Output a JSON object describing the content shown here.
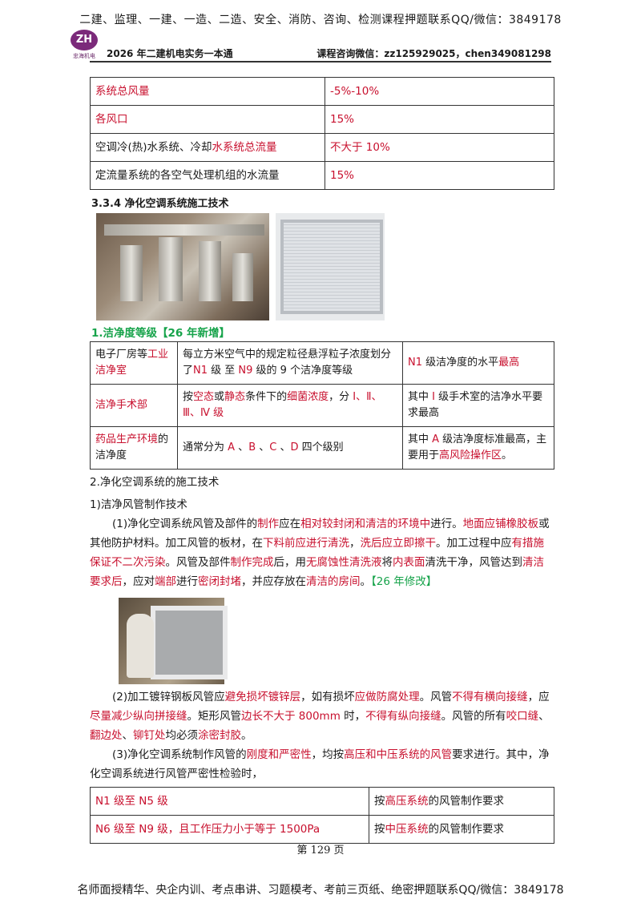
{
  "header": {
    "top_line": "二建、监理、一建、一造、二造、安全、消防、咨询、检测课程押题联系QQ/微信：3849178",
    "logo_text": "忠海机电",
    "book_title": "2026 年二建机电实务一本通",
    "contact": "课程咨询微信：zz125929025，chen349081298"
  },
  "table1": [
    {
      "c1_parts": [
        {
          "t": "系统总风量",
          "r": true
        }
      ],
      "c2_parts": [
        {
          "t": "-5%-10%",
          "r": true
        }
      ]
    },
    {
      "c1_parts": [
        {
          "t": "各风口",
          "r": true
        }
      ],
      "c2_parts": [
        {
          "t": "15%",
          "r": true
        }
      ]
    },
    {
      "c1_parts": [
        {
          "t": "空调冷(热)水系统、冷却",
          "r": false
        },
        {
          "t": "水系统总流量",
          "r": true
        }
      ],
      "c2_parts": [
        {
          "t": "不大于 10%",
          "r": true
        }
      ]
    },
    {
      "c1_parts": [
        {
          "t": "定流量系统的各空气处理机组的水流量",
          "r": false
        }
      ],
      "c2_parts": [
        {
          "t": "15%",
          "r": true
        }
      ]
    }
  ],
  "section_334": "3.3.4 净化空调系统施工技术",
  "sub1_title": "1.洁净度等级",
  "sub1_tag": "【26 年新增】",
  "table2": [
    {
      "c1": [
        {
          "t": "电子厂房等",
          "r": false
        },
        {
          "t": "工业洁净室",
          "r": true
        }
      ],
      "c2": [
        {
          "t": "每立方米空气中的规定粒径悬浮粒子浓度划分了",
          "r": false
        },
        {
          "t": "N1",
          "r": true
        },
        {
          "t": " 级 至 ",
          "r": false
        },
        {
          "t": "N9",
          "r": true
        },
        {
          "t": " 级的 9 个洁净度等级",
          "r": false
        }
      ],
      "c3": [
        {
          "t": "N1",
          "r": true
        },
        {
          "t": " 级洁净度的水平",
          "r": false
        },
        {
          "t": "最高",
          "r": true
        }
      ]
    },
    {
      "c1": [
        {
          "t": "洁净手术部",
          "r": true
        }
      ],
      "c2": [
        {
          "t": "按",
          "r": false
        },
        {
          "t": "空态",
          "r": true
        },
        {
          "t": "或",
          "r": false
        },
        {
          "t": "静态",
          "r": true
        },
        {
          "t": "条件下的",
          "r": false
        },
        {
          "t": "细菌浓度",
          "r": true
        },
        {
          "t": "，分 ",
          "r": false
        },
        {
          "t": "Ⅰ、Ⅱ、Ⅲ、Ⅳ 级",
          "r": true
        }
      ],
      "c3": [
        {
          "t": "其中 ",
          "r": false
        },
        {
          "t": "Ⅰ",
          "r": true
        },
        {
          "t": " 级手术室的洁净水平要求最高",
          "r": false
        }
      ]
    },
    {
      "c1": [
        {
          "t": "药品生产环境",
          "r": true
        },
        {
          "t": "的洁净度",
          "r": false
        }
      ],
      "c2": [
        {
          "t": "通常分为 ",
          "r": false
        },
        {
          "t": "A",
          "r": true
        },
        {
          "t": " 、",
          "r": false
        },
        {
          "t": "B",
          "r": true
        },
        {
          "t": " 、",
          "r": false
        },
        {
          "t": "C",
          "r": true
        },
        {
          "t": " 、",
          "r": false
        },
        {
          "t": "D",
          "r": true
        },
        {
          "t": " 四个级别",
          "r": false
        }
      ],
      "c3": [
        {
          "t": "其中 ",
          "r": false
        },
        {
          "t": "A",
          "r": true
        },
        {
          "t": " 级洁净度标准最高，主要用于",
          "r": false
        },
        {
          "t": "高风险操作区",
          "r": true
        },
        {
          "t": "。",
          "r": false
        }
      ]
    }
  ],
  "sub2_title": "2.净化空调系统的施工技术",
  "sub2_1": "1)洁净风管制作技术",
  "para1": [
    {
      "t": "(1)净化空调系统风管及部件的",
      "r": false
    },
    {
      "t": "制作",
      "r": true
    },
    {
      "t": "应在",
      "r": false
    },
    {
      "t": "相对较封闭和清洁的环境中",
      "r": true
    },
    {
      "t": "进行。",
      "r": false
    },
    {
      "t": "地面应铺橡胶板",
      "r": true
    },
    {
      "t": "或其他防护材料。加工风管的板材，在",
      "r": false
    },
    {
      "t": "下料前应进行清洗",
      "r": true
    },
    {
      "t": "，",
      "r": false
    },
    {
      "t": "洗后应立即擦干",
      "r": true
    },
    {
      "t": "。加工过程中应",
      "r": false
    },
    {
      "t": "有措施保证不二次污染",
      "r": true
    },
    {
      "t": "。风管及部件",
      "r": false
    },
    {
      "t": "制作完成",
      "r": true
    },
    {
      "t": "后，用",
      "r": false
    },
    {
      "t": "无腐蚀性清洗液",
      "r": true
    },
    {
      "t": "将",
      "r": false
    },
    {
      "t": "内表面",
      "r": true
    },
    {
      "t": "清洗干净，风管达到",
      "r": false
    },
    {
      "t": "清洁要求后",
      "r": true
    },
    {
      "t": "，应对",
      "r": false
    },
    {
      "t": "端部",
      "r": true
    },
    {
      "t": "进行",
      "r": false
    },
    {
      "t": "密闭封堵",
      "r": true
    },
    {
      "t": "，并应存放在",
      "r": false
    },
    {
      "t": "清洁的房间",
      "r": true
    },
    {
      "t": "。",
      "r": false
    },
    {
      "t": "【26 年修改】",
      "g": true
    }
  ],
  "para2": [
    {
      "t": "(2)加工镀锌钢板风管应",
      "r": false
    },
    {
      "t": "避免损坏镀锌层",
      "r": true
    },
    {
      "t": "，如有损坏",
      "r": false
    },
    {
      "t": "应做防腐处理",
      "r": true
    },
    {
      "t": "。风管",
      "r": false
    },
    {
      "t": "不得有横向接缝",
      "r": true
    },
    {
      "t": "，应",
      "r": false
    },
    {
      "t": "尽量减少纵向拼接缝",
      "r": true
    },
    {
      "t": "。矩形风管",
      "r": false
    },
    {
      "t": "边长不大于 800mm",
      "r": true
    },
    {
      "t": " 时，",
      "r": false
    },
    {
      "t": "不得有纵向接缝",
      "r": true
    },
    {
      "t": "。风管的所有",
      "r": false
    },
    {
      "t": "咬口缝",
      "r": true
    },
    {
      "t": "、",
      "r": false
    },
    {
      "t": "翻边处",
      "r": true
    },
    {
      "t": "、",
      "r": false
    },
    {
      "t": "铆钉处",
      "r": true
    },
    {
      "t": "均必须",
      "r": false
    },
    {
      "t": "涂密封胶",
      "r": true
    },
    {
      "t": "。",
      "r": false
    }
  ],
  "para3": [
    {
      "t": "(3)净化空调系统制作风管的",
      "r": false
    },
    {
      "t": "刚度和严密性",
      "r": true
    },
    {
      "t": "，均按",
      "r": false
    },
    {
      "t": "高压和中压系统的风管",
      "r": true
    },
    {
      "t": "要求进行。其中，净化空调系统进行风管严密性检验时，",
      "r": false
    }
  ],
  "table3": [
    {
      "c1": [
        {
          "t": "N1 级至 N5 级",
          "r": true
        }
      ],
      "c2": [
        {
          "t": "按",
          "r": false
        },
        {
          "t": "高压系统",
          "r": true
        },
        {
          "t": "的风管制作要求",
          "r": false
        }
      ]
    },
    {
      "c1": [
        {
          "t": "N6 级至 N9 级，且",
          "r": true
        },
        {
          "t": "工作压力小于等于 1500Pa",
          "r": true
        }
      ],
      "c2": [
        {
          "t": "按",
          "r": false
        },
        {
          "t": "中压系统",
          "r": true
        },
        {
          "t": "的风管制作要求",
          "r": false
        }
      ]
    }
  ],
  "page_number": "第 129 页",
  "footer": "名师面授精华、央企内训、考点串讲、习题模考、考前三页纸、绝密押题联系QQ/微信：3849178"
}
